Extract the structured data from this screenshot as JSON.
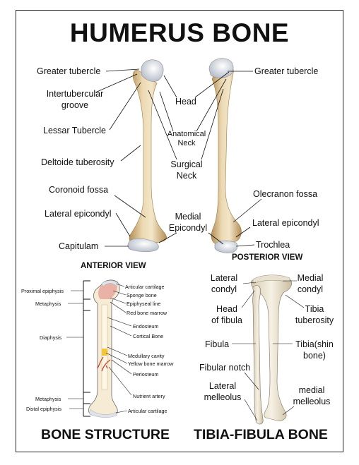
{
  "title": "HUMERUS BONE",
  "humerus": {
    "anterior_labels": {
      "greater_tubercle": "Greater tubercle",
      "intertubercular_1": "Intertubercular",
      "intertubercular_2": "groove",
      "lessar_tubercle": "Lessar Tubercle",
      "deltoide_tuberosity": "Deltoide tuberosity",
      "coronoid_fossa": "Coronoid  fossa",
      "lateral_epicondyl": "Lateral epicondyl",
      "capitulam": "Capitulam"
    },
    "center_labels": {
      "head": "Head",
      "anatomical_neck_1": "Anatomical",
      "anatomical_neck_2": "Neck",
      "surgical_neck_1": "Surgical",
      "surgical_neck_2": "Neck",
      "medial_epicondyl_1": "Medial",
      "medial_epicondyl_2": "Epicondyl"
    },
    "posterior_labels": {
      "greater_tubercle": "Greater tubercle",
      "olecranon_fossa": "Olecranon fossa",
      "lateral_epicondyl": "Lateral epicondyl",
      "trochlea": "Trochlea"
    },
    "anterior_view": "ANTERIOR VIEW",
    "posterior_view": "POSTERIOR VIEW"
  },
  "bone_structure": {
    "left_labels": {
      "proximal_epiphysis": "Proximal epiphysis",
      "metaphysis_top": "Metaphysis",
      "diaphysis": "Diaphysis",
      "metaphysis_bottom": "Metaphysis",
      "distal_epiphysis": "Distal epiphysis"
    },
    "right_labels": {
      "articular_cartilage_top": "Articular cartilage",
      "sponge_bone": "Sponge bone",
      "epiphyseal_line": "Epiphyseal line",
      "red_bone_marrow": "Red bone marrow",
      "endosteum": "Endosteum",
      "cortical_bone": "Cortical Bone",
      "medullary_cavity": "Medullary cavity",
      "yellow_bone_marrow": "Yellow bone marrow",
      "periosteum": "Periosteum",
      "nutrient_artery": "Nutrient artery",
      "articular_cartilage_bottom": "Articular cartilage"
    },
    "caption": "BONE STRUCTURE"
  },
  "tibia_fibula": {
    "labels": {
      "lateral_condyl_1": "Lateral",
      "lateral_condyl_2": "condyl",
      "medial_condyl_1": "Medial",
      "medial_condyl_2": "condyl",
      "head_fibula_1": "Head",
      "head_fibula_2": "of fibula",
      "tibia_tuberosity_1": "Tibia",
      "tibia_tuberosity_2": "tuberosity",
      "fibula": "Fibula",
      "tibia_shin_1": "Tibia(shin",
      "tibia_shin_2": "bone)",
      "fibular_notch": "Fibular notch",
      "lateral_melleolus_1": "Lateral",
      "lateral_melleolus_2": "melleolus",
      "medial_melleolus_1": "medial",
      "medial_melleolus_2": "melleolus"
    },
    "caption": "TIBIA-FIBULA BONE"
  },
  "colors": {
    "bone_light": "#f1e3c4",
    "bone_mid": "#d9bd8a",
    "bone_dark": "#b48f55",
    "cartilage": "#dfe4ec",
    "marrow_red": "#e7a49a",
    "marrow_yellow": "#f2c63b",
    "artery": "#c0392b",
    "outline": "#111111"
  }
}
